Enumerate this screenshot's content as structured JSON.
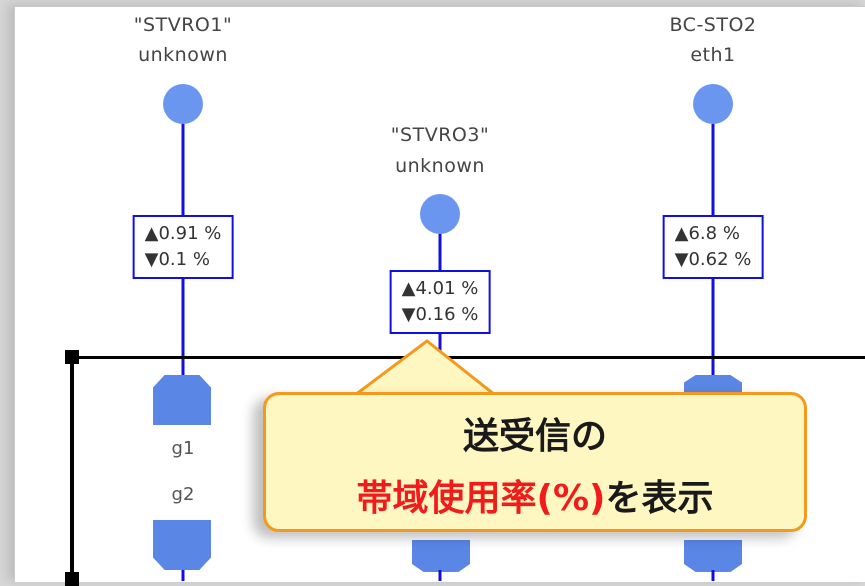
{
  "nodes": [
    {
      "name": "\"STVRO1\"",
      "iface": "unknown",
      "up": "▲0.91 %",
      "down": "▼0.1 %"
    },
    {
      "name": "\"STVRO3\"",
      "iface": "unknown",
      "up": "▲4.01 %",
      "down": "▼0.16 %"
    },
    {
      "name": "BC-STO2",
      "iface": "eth1",
      "up": "▲6.8 %",
      "down": "▼0.62 %"
    }
  ],
  "ports": {
    "g1": "g1",
    "g2": "g2"
  },
  "callout": {
    "line1": "送受信の",
    "line2_red": "帯域使用率(%)",
    "line2_dark": "を表示"
  },
  "colors": {
    "node": "#6b96f0",
    "link": "#1010dd",
    "callout_bg": "#fff7c2",
    "callout_border": "#f39a1e",
    "highlight_red": "#f21b1b"
  }
}
